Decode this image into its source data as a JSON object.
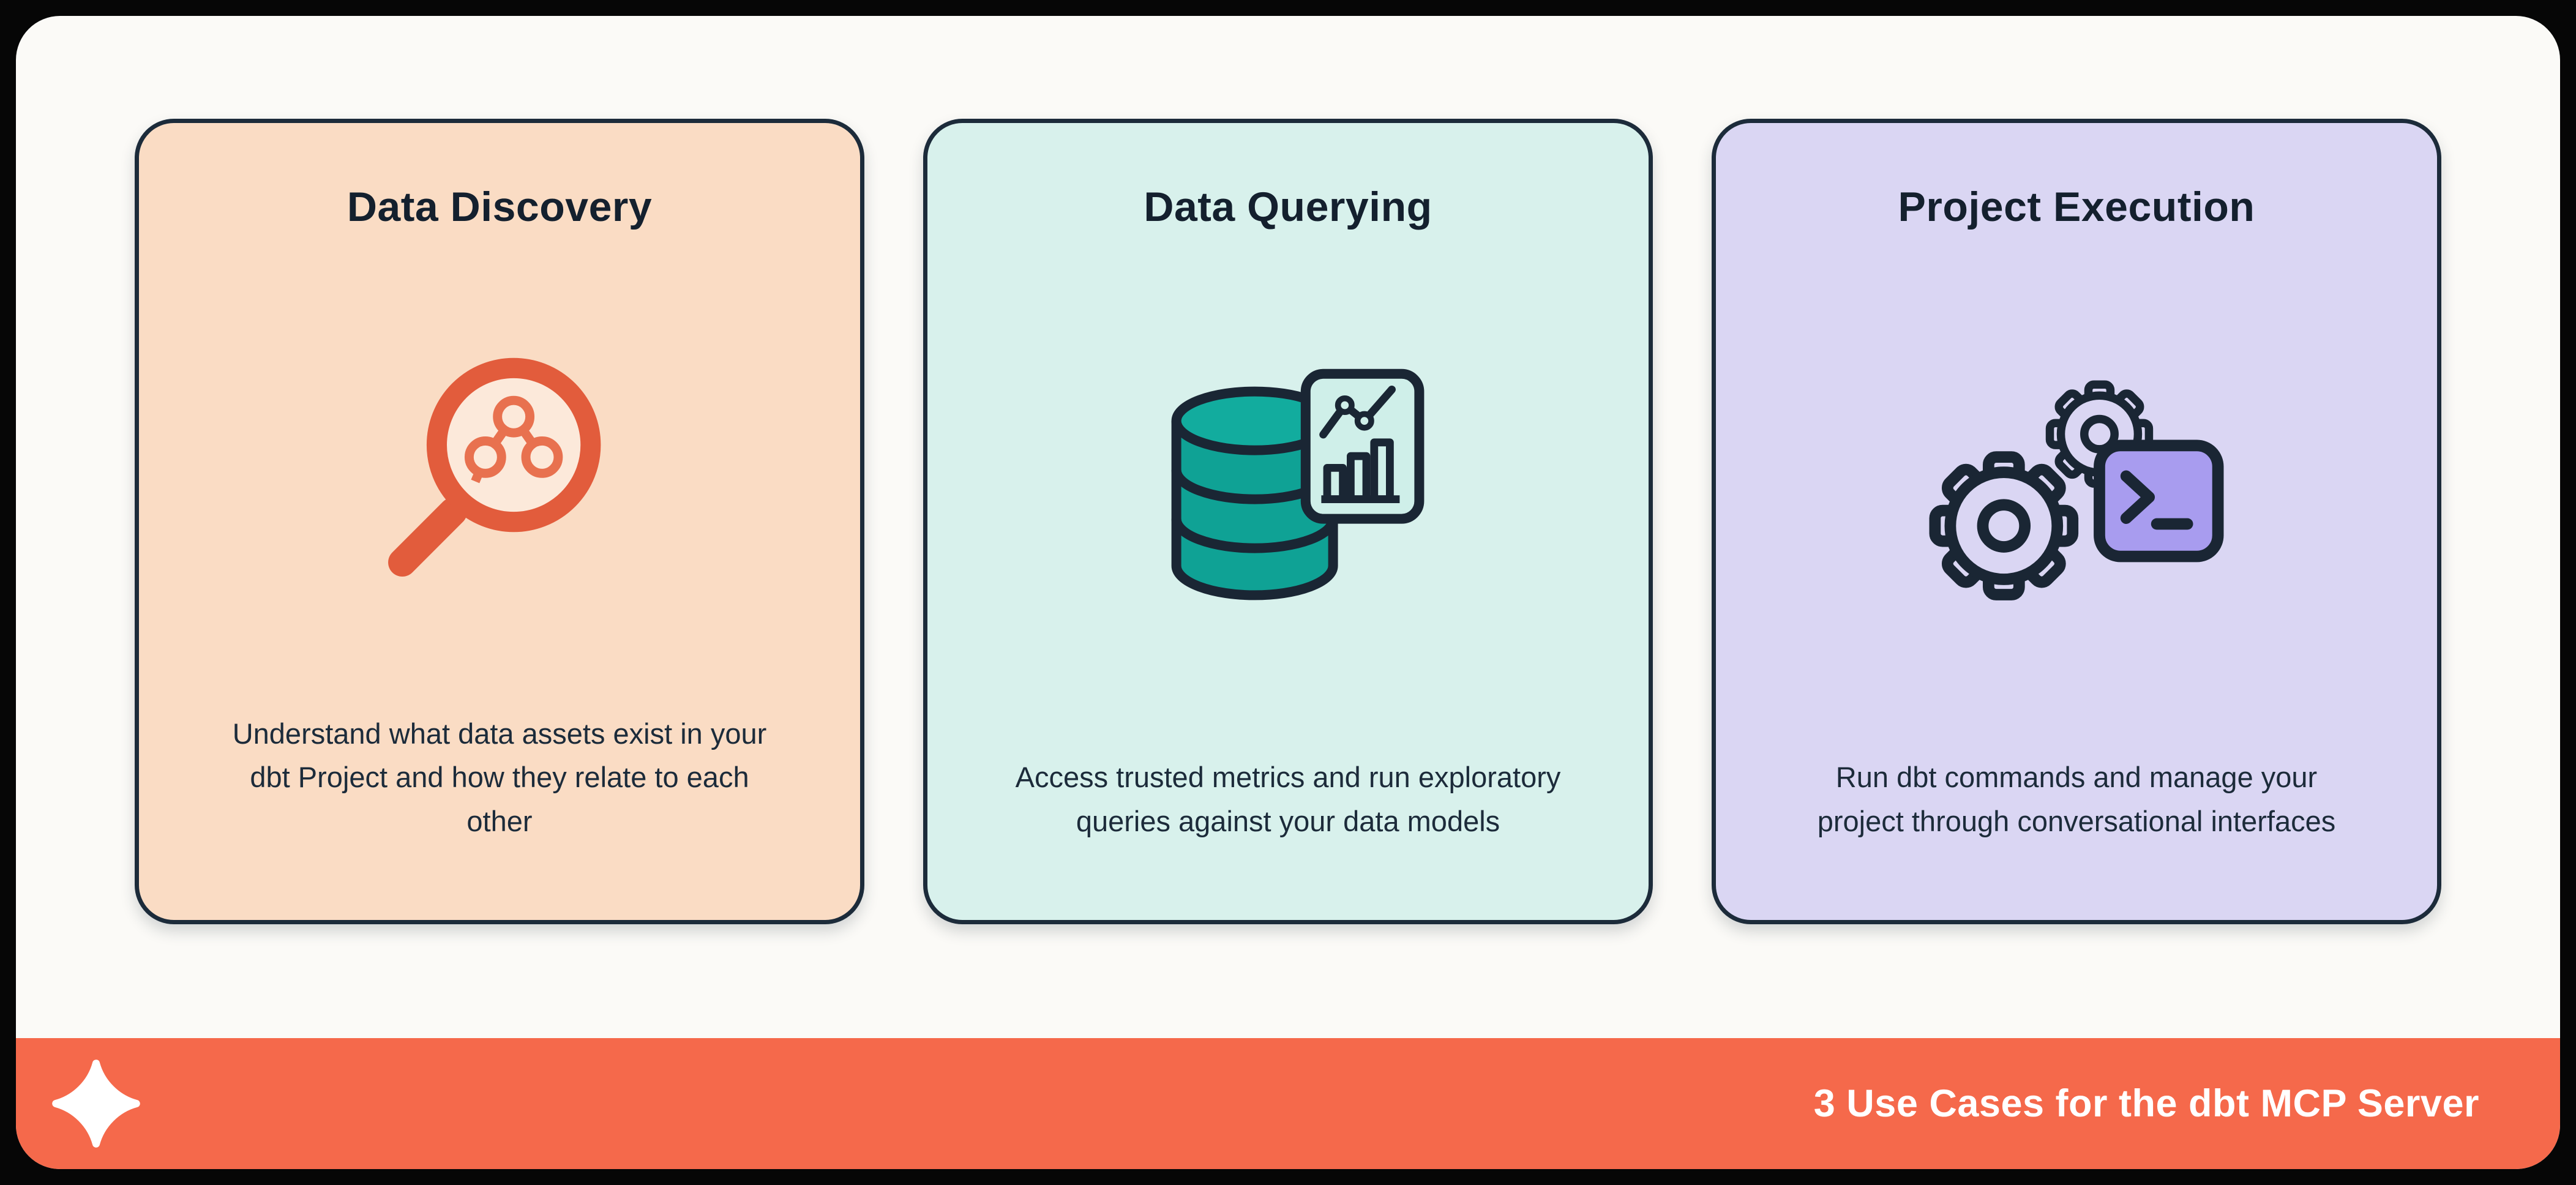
{
  "page": {
    "outer_bg": "#060606",
    "panel_bg": "#FBFAF7"
  },
  "cards": [
    {
      "title": "Data Discovery",
      "description": "Understand what data assets exist in your dbt Project and how they relate to each other",
      "icon": "lineage-magnifier-icon",
      "bg": "#FADCC4",
      "accent": "#E25C3C"
    },
    {
      "title": "Data Querying",
      "description": "Access trusted metrics and run exploratory queries against your data models",
      "icon": "database-chart-icon",
      "bg": "#D8F1EC",
      "accent": "#0FA295"
    },
    {
      "title": "Project Execution",
      "description": "Run dbt commands and manage your project through conversational interfaces",
      "icon": "gears-terminal-icon",
      "bg": "#DAD6F3",
      "accent": "#A89CEF"
    }
  ],
  "footer": {
    "label": "3 Use Cases for the dbt MCP Server",
    "bg": "#F5694B",
    "logo": "dbt-logo"
  }
}
